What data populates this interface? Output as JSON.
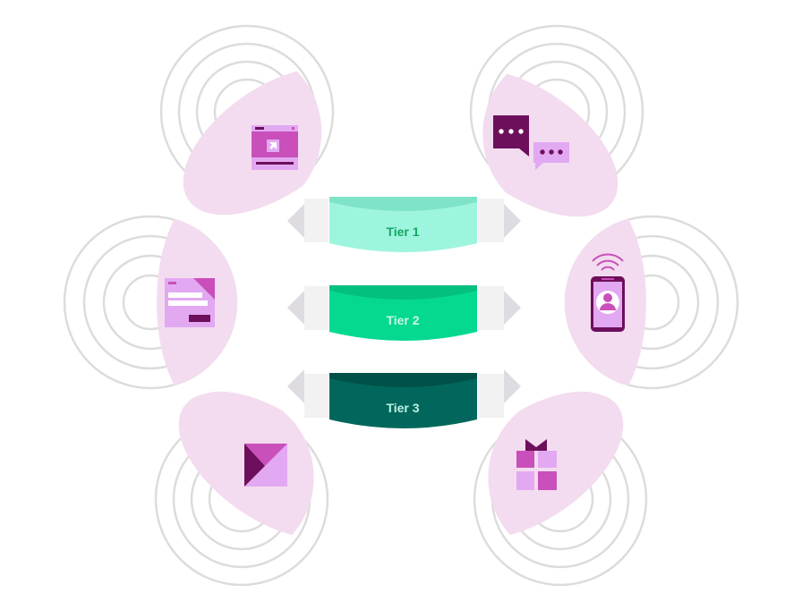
{
  "tiers": [
    {
      "label": "Tier 1",
      "color": "#9ef5de",
      "dark": "#7ee3c9",
      "text_color": "#11a866"
    },
    {
      "label": "Tier 2",
      "color": "#05d98f",
      "dark": "#04c07e",
      "text_color": "#c9f7e3"
    },
    {
      "label": "Tier 3",
      "color": "#01675c",
      "dark": "#005148",
      "text_color": "#bff0e3"
    }
  ],
  "channels": [
    {
      "name": "website",
      "icon": "browser-window-icon"
    },
    {
      "name": "chat",
      "icon": "chat-bubbles-icon"
    },
    {
      "name": "form",
      "icon": "web-form-icon"
    },
    {
      "name": "mobile",
      "icon": "mobile-phone-icon"
    },
    {
      "name": "email",
      "icon": "envelope-icon"
    },
    {
      "name": "gift",
      "icon": "gift-box-icon"
    }
  ],
  "colors": {
    "ring": "#dcdcdc",
    "lens": "#f3dcef",
    "icon_light": "#e2a9f2",
    "icon_mid": "#c94fba",
    "icon_dark": "#6d0f5a",
    "arrow": "#dedce0"
  }
}
